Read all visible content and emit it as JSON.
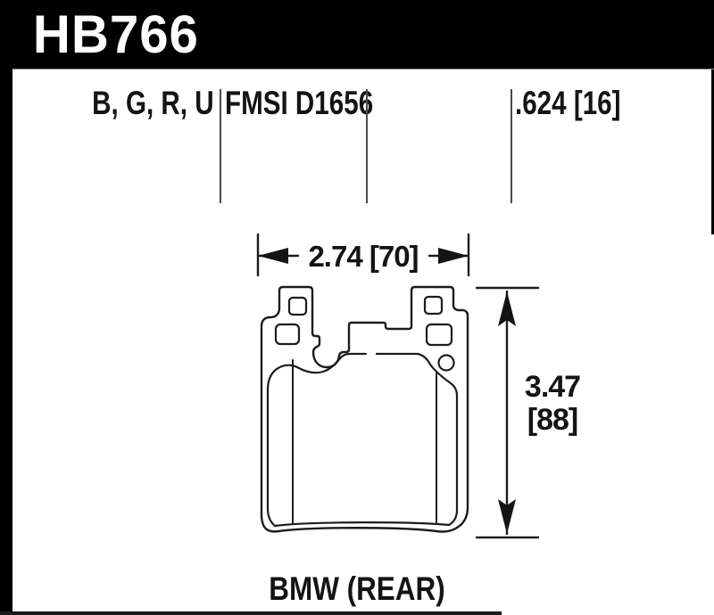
{
  "header": {
    "part_number": "HB766"
  },
  "specs": {
    "compounds": "B, G, R, U",
    "fmsi": "FMSI D1656",
    "pad_thickness": ".624 [16]"
  },
  "dimensions": {
    "width": "2.74 [70]",
    "height_inches": "3.47",
    "height_mm": "[88]"
  },
  "application": "BMW (REAR)",
  "colors": {
    "bar": "#000000",
    "bar_text": "#ffffff",
    "ink": "#141414"
  }
}
